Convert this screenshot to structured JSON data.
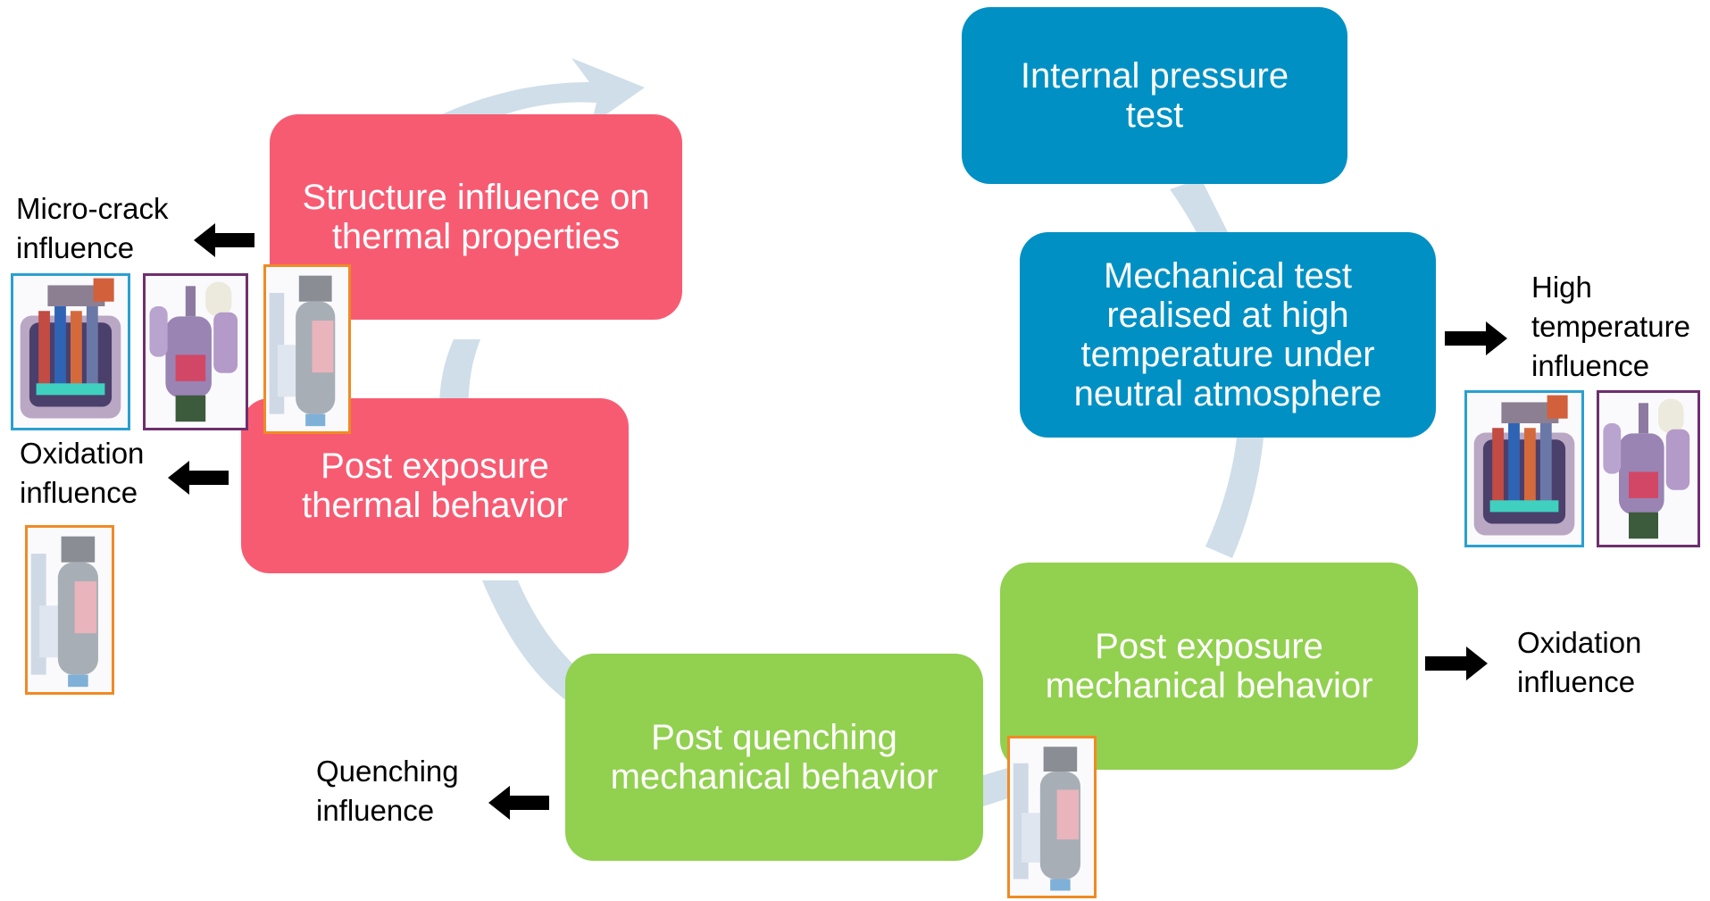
{
  "colors": {
    "pink": "#f75b72",
    "blue": "#0090c4",
    "green": "#92d04f",
    "cycle_arrow": "#cfdee8",
    "frame_blue": "#2aa0d0",
    "frame_purple": "#6e2f6e",
    "frame_orange": "#f08a24",
    "pointer": "#000000"
  },
  "boxes": {
    "structure_influence": "Structure influence on\nthermal properties",
    "post_exposure_thermal": "Post exposure\nthermal behavior",
    "internal_pressure": "Internal pressure\ntest",
    "mechanical_test": "Mechanical test\nrealised at high\ntemperature under\nneutral atmosphere",
    "post_exposure_mechanical": "Post exposure\nmechanical behavior",
    "post_quenching": "Post quenching\nmechanical behavior"
  },
  "labels": {
    "micro_crack": "Micro-crack\ninfluence",
    "oxidation_left": "Oxidation\ninfluence",
    "high_temperature": "High\ntemperature\ninfluence",
    "oxidation_right": "Oxidation\ninfluence",
    "quenching": "Quenching\ninfluence"
  },
  "icons": {
    "pointer": "arrow-icon",
    "pool_reactor": "pool-reactor-icon",
    "loop_reactor": "loop-reactor-icon",
    "vessel_reactor": "vessel-reactor-icon"
  }
}
